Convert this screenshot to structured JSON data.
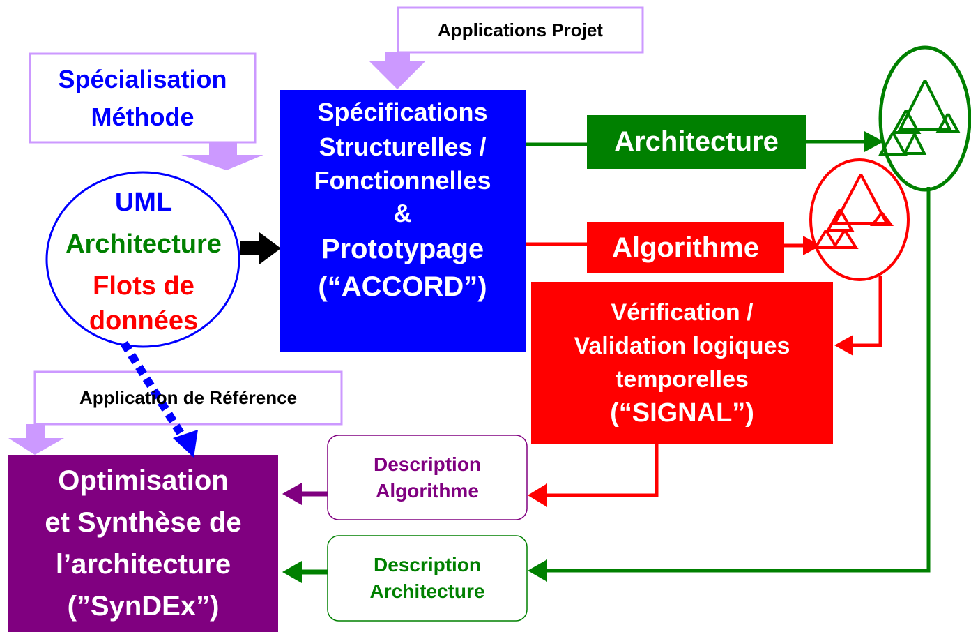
{
  "labels": {
    "applications_projet": "Applications Projet",
    "specialisation_line1": "Spécialisation",
    "specialisation_line2": "Méthode",
    "uml": "UML",
    "architecture_in_circle": "Architecture",
    "flots_line1": "Flots de",
    "flots_line2": "données",
    "spec_lines": [
      "Spécifications",
      "Structurelles /",
      "Fonctionnelles",
      "&",
      "Prototypage",
      "(“ACCORD”)"
    ],
    "architecture": "Architecture",
    "algorithme": "Algorithme",
    "verif_lines": [
      "Vérification /",
      "Validation logiques",
      "temporelles",
      "(“SIGNAL”)"
    ],
    "application_reference": "Application de Référence",
    "desc_algo_line1": "Description",
    "desc_algo_line2": "Algorithme",
    "desc_arch_line1": "Description",
    "desc_arch_line2": "Architecture",
    "optim_lines": [
      "Optimisation",
      "et Synthèse de",
      "l’architecture",
      "(”SynDEx”)"
    ]
  },
  "colors": {
    "blue": "#0000ff",
    "green": "#008000",
    "red": "#ff0000",
    "purple": "#800080",
    "lavender": "#cc99ff",
    "black": "#000000"
  }
}
